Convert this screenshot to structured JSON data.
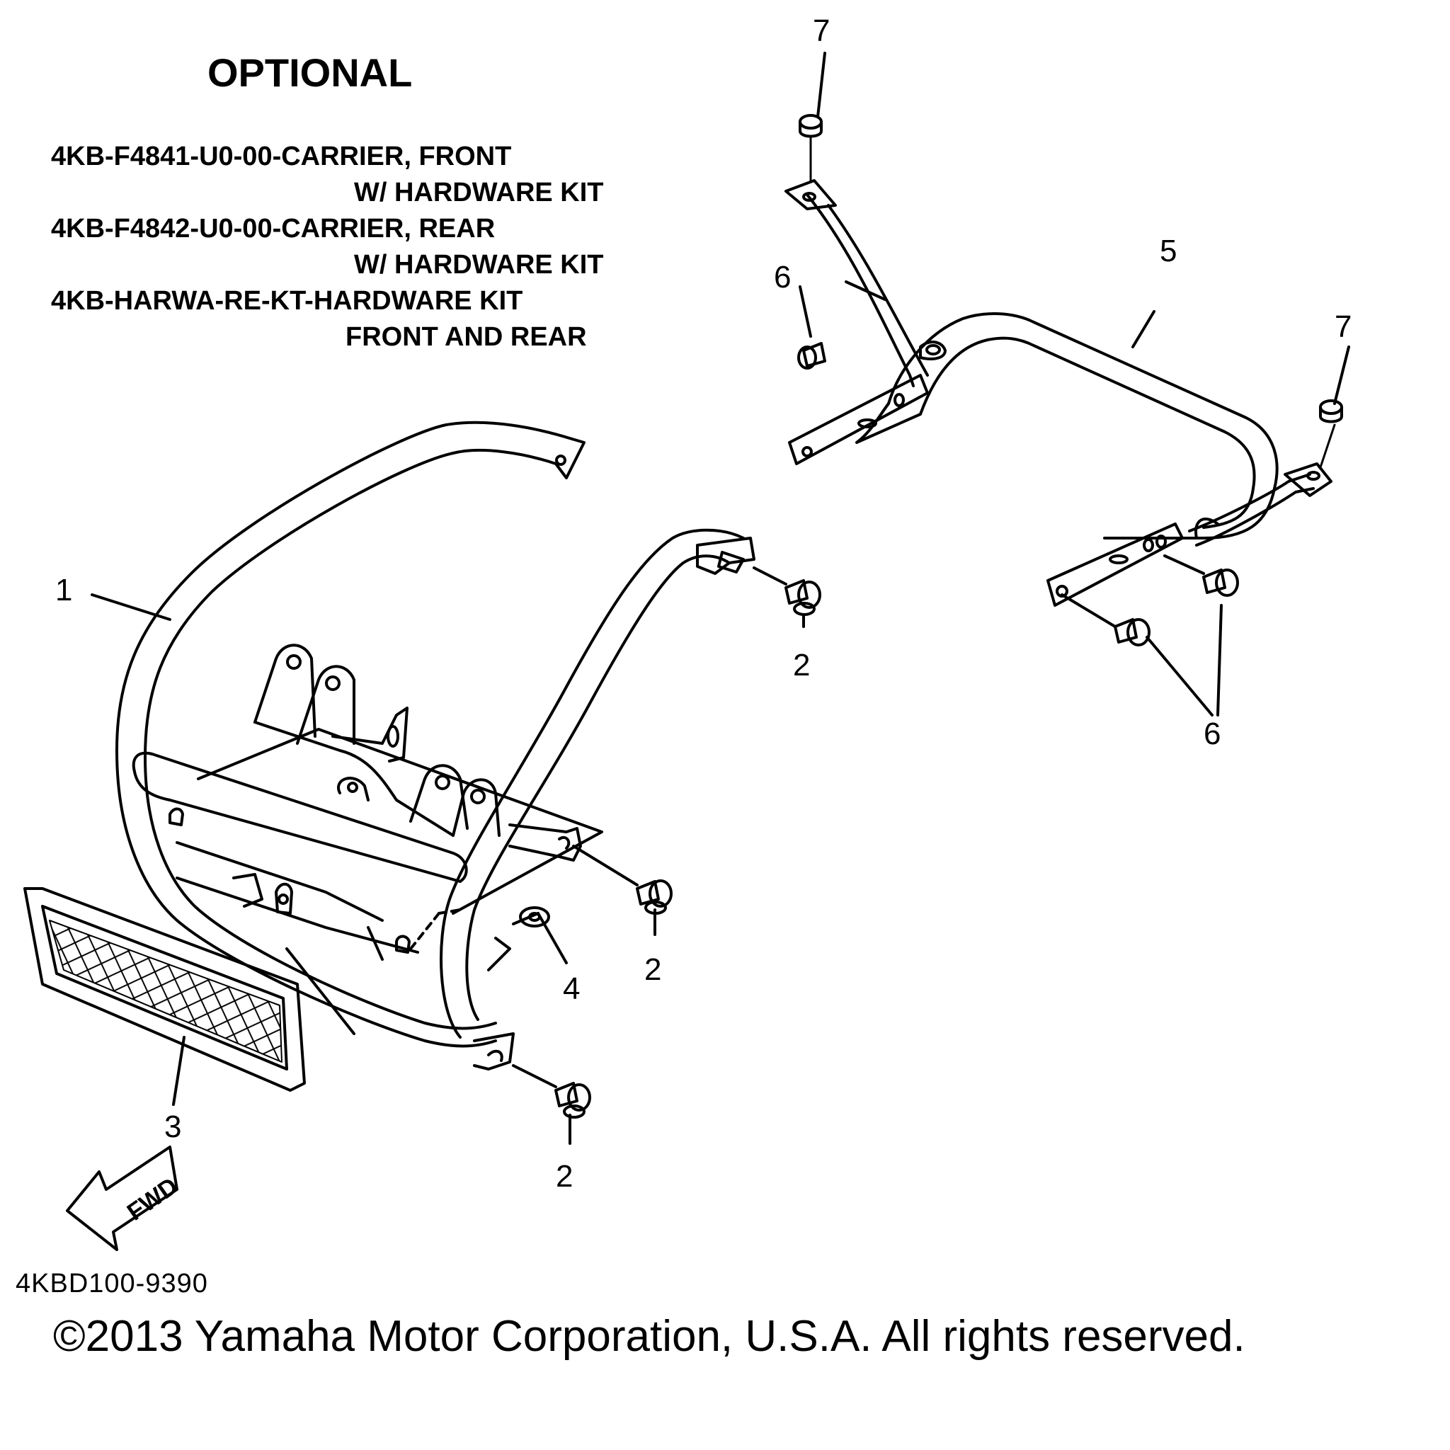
{
  "header": {
    "title": "OPTIONAL",
    "kits": [
      {
        "line1": "4KB-F4841-U0-00-CARRIER, FRONT",
        "line2": "W/ HARDWARE KIT"
      },
      {
        "line1": "4KB-F4842-U0-00-CARRIER, REAR",
        "line2": "W/ HARDWARE KIT"
      },
      {
        "line1": "4KB-HARWA-RE-KT-HARDWARE KIT",
        "line2": "FRONT AND REAR"
      }
    ]
  },
  "callouts": {
    "front_carrier": "1",
    "bolt_a": "2",
    "bolt_b": "2",
    "bolt_c": "2",
    "grille": "3",
    "washer": "4",
    "rear_carrier": "5",
    "bolt_rear_a": "6",
    "bolt_rear_b": "6",
    "cap_a": "7",
    "cap_b": "7"
  },
  "fwd_arrow": "FWD",
  "drawing_code": "4KBD100-9390",
  "copyright": "©2013 Yamaha Motor Corporation, U.S.A. All rights reserved."
}
